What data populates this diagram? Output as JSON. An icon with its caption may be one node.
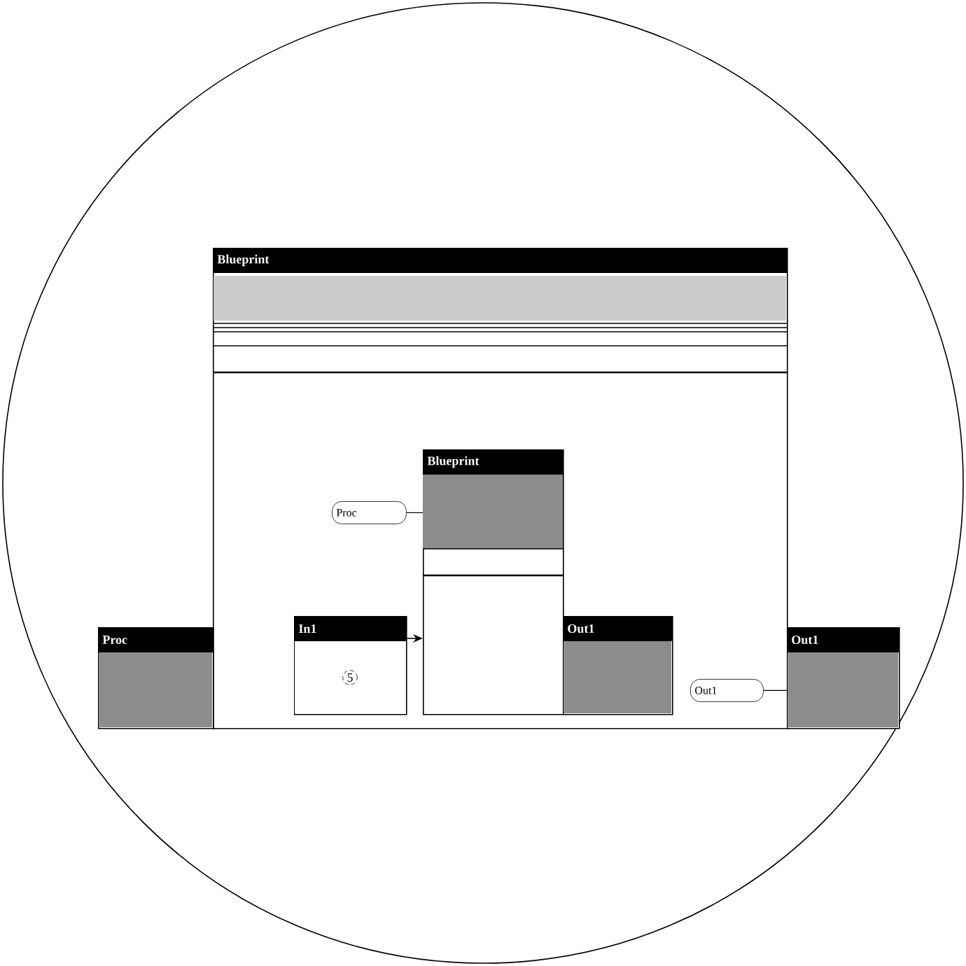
{
  "diagram": {
    "nodes": [
      {
        "text": [
          "Blueprint"
        ]
      },
      {
        "text": [
          "Blueprint"
        ],
        "in": 0
      },
      {
        "text": [
          "Proc"
        ],
        "in": 0
      },
      {
        "text": [
          "Out1"
        ],
        "in": 0
      },
      {
        "text": [
          "In1",
          "5"
        ],
        "in": 0
      },
      {
        "text": [
          "Out1"
        ],
        "in": 0
      },
      {
        "text": [
          "Proc"
        ]
      },
      {
        "text": [
          "Out1"
        ]
      }
    ],
    "edges": [
      {
        "from": 2,
        "to": 1,
        "arrow": "none"
      },
      {
        "from": 3,
        "to": 7,
        "arrow": "none"
      },
      {
        "from": 4,
        "to": 1,
        "arrow": "to"
      }
    ]
  }
}
